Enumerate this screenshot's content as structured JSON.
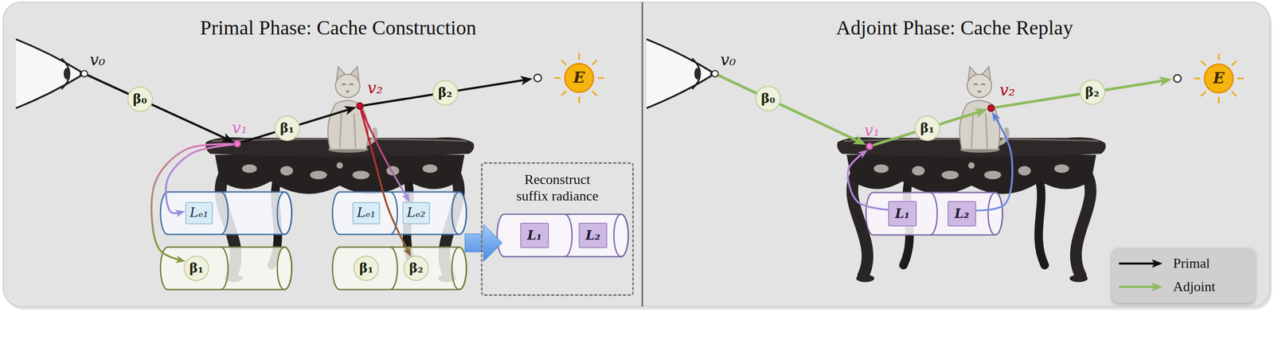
{
  "diagram": {
    "nodes": [
      {
        "text": [
          "v₀"
        ]
      },
      {
        "text": [
          "v₁"
        ]
      },
      {
        "text": [
          "v₂"
        ]
      },
      {
        "text": [
          "E"
        ]
      },
      {
        "text": [
          "Lₑ₁"
        ]
      },
      {
        "text": [
          "β₁"
        ]
      },
      {
        "text": [
          "Lₑ₁"
        ]
      },
      {
        "text": [
          "Lₑ₂"
        ]
      },
      {
        "text": [
          "β₁"
        ]
      },
      {
        "text": [
          "β₂"
        ]
      },
      {
        "text": [
          "Reconstruct suffix radiance"
        ]
      },
      {
        "text": [
          "L₁"
        ],
        "in": 10
      },
      {
        "text": [
          "L₂"
        ],
        "in": 10
      },
      {
        "text": [
          "v₀"
        ]
      },
      {
        "text": [
          "v₁"
        ]
      },
      {
        "text": [
          "v₂"
        ]
      },
      {
        "text": [
          "E"
        ]
      },
      {
        "text": [
          "L₁"
        ]
      },
      {
        "text": [
          "L₂"
        ]
      }
    ],
    "edges": [
      {
        "from": 0,
        "to": 1,
        "label": "β₀",
        "arrow": "to"
      },
      {
        "from": 1,
        "to": 2,
        "label": "β₁",
        "arrow": "to"
      },
      {
        "from": 2,
        "to": 3,
        "label": "β₂",
        "arrow": "to"
      },
      {
        "from": 1,
        "to": 4,
        "arrow": "to"
      },
      {
        "from": 1,
        "to": 5,
        "arrow": "to"
      },
      {
        "from": 2,
        "to": 7,
        "arrow": "to"
      },
      {
        "from": 2,
        "to": 9,
        "arrow": "to"
      },
      {
        "from": 13,
        "to": 14,
        "label": "β₀",
        "arrow": "to"
      },
      {
        "from": 14,
        "to": 15,
        "label": "β₁",
        "arrow": "to"
      },
      {
        "from": 15,
        "to": 16,
        "label": "β₂",
        "arrow": "to"
      },
      {
        "from": 17,
        "to": 14,
        "arrow": "to"
      },
      {
        "from": 18,
        "to": 15,
        "arrow": "to"
      }
    ],
    "labels": [
      "Primal Phase: Cache Construction",
      "Adjoint Phase: Cache Replay"
    ],
    "legend": [
      {
        "text": "Primal"
      },
      {
        "text": "Adjoint"
      }
    ]
  }
}
